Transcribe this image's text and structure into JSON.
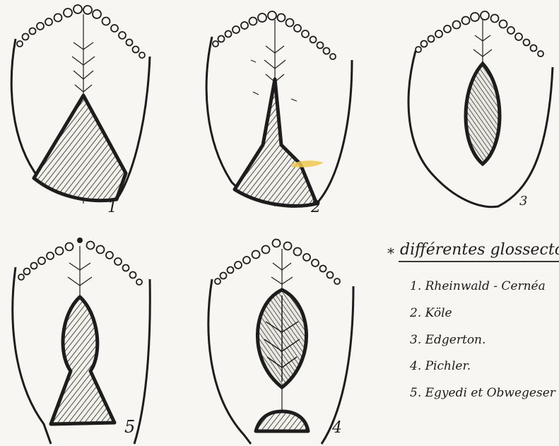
{
  "figures": [
    {
      "number": "1"
    },
    {
      "number": "2"
    },
    {
      "number": "3"
    },
    {
      "number": "4"
    },
    {
      "number": "5"
    }
  ],
  "legend": {
    "marker": "*",
    "title": "différentes glossectomies",
    "items": [
      "1. Rheinwald - Cernéa",
      "2. Köle",
      "3. Edgerton.",
      "4. Pichler.",
      "5. Egyedi et Obwegeser"
    ]
  },
  "colors": {
    "ink": "#1d1d1d",
    "paper": "#f7f6f2",
    "highlight": "#f0c850"
  }
}
